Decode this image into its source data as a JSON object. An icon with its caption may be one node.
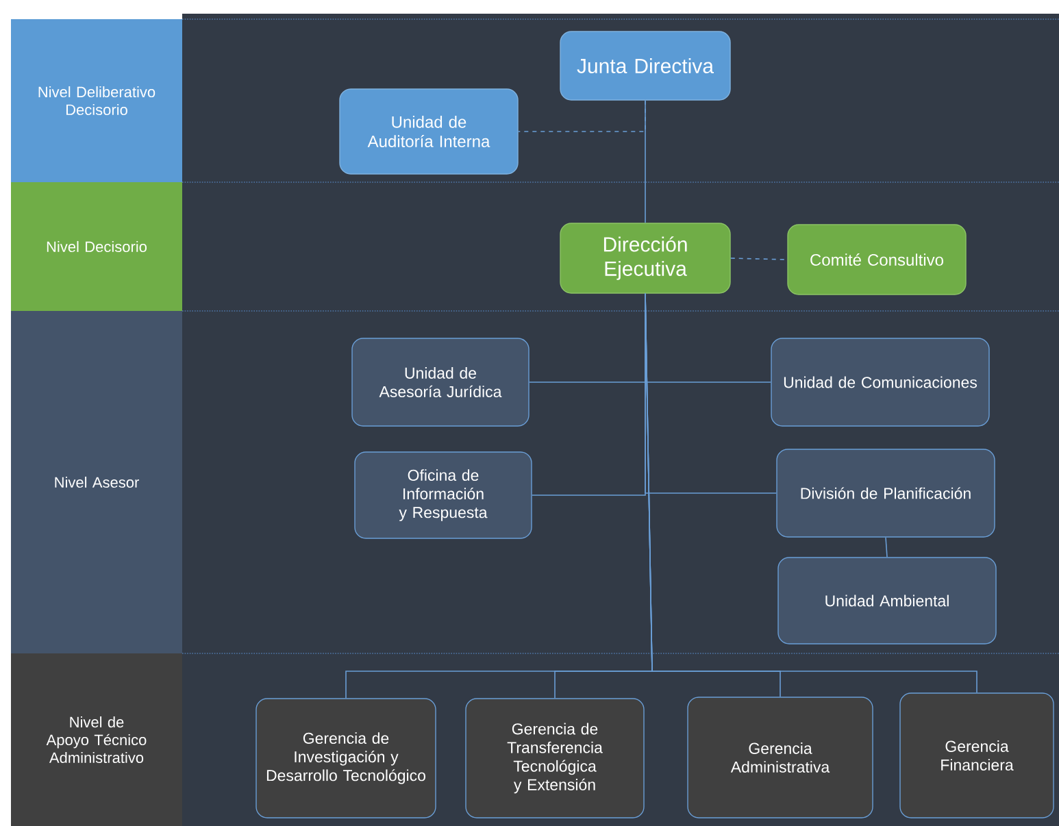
{
  "diagram": {
    "nodes": [
      {
        "text": [
          "Nivel Deliberativo Decisorio"
        ]
      },
      {
        "text": [
          "Nivel Decisorio"
        ]
      },
      {
        "text": [
          "Nivel Asesor"
        ]
      },
      {
        "text": [
          "Nivel de Apoyo Técnico Administrativo"
        ]
      },
      {
        "text": [
          "Junta Directiva"
        ]
      },
      {
        "text": [
          "Unidad de Auditoría Interna"
        ]
      },
      {
        "text": [
          "Dirección Ejecutiva"
        ]
      },
      {
        "text": [
          "Comité Consultivo"
        ]
      },
      {
        "text": [
          "Unidad de Asesoría Jurídica"
        ]
      },
      {
        "text": [
          "Unidad de Comunicaciones"
        ]
      },
      {
        "text": [
          "Oficina de Información y Respuesta"
        ]
      },
      {
        "text": [
          "División de Planificación"
        ]
      },
      {
        "text": [
          "Unidad Ambiental"
        ]
      },
      {
        "text": [
          "Gerencia de Investigación y Desarrollo Tecnológico"
        ]
      },
      {
        "text": [
          "Gerencia de Transferencia Tecnológica y Extensión"
        ]
      },
      {
        "text": [
          "Gerencia Administrativa"
        ]
      },
      {
        "text": [
          "Gerencia Financiera"
        ]
      }
    ],
    "edges": [
      {
        "from": 4,
        "to": 6,
        "arrow": "none"
      },
      {
        "from": 4,
        "to": 5,
        "arrow": "none",
        "style": "dashed"
      },
      {
        "from": 6,
        "to": 7,
        "arrow": "none",
        "style": "dashed"
      },
      {
        "from": 6,
        "to": 8,
        "arrow": "none"
      },
      {
        "from": 6,
        "to": 9,
        "arrow": "none"
      },
      {
        "from": 6,
        "to": 10,
        "arrow": "none"
      },
      {
        "from": 6,
        "to": 11,
        "arrow": "none"
      },
      {
        "from": 11,
        "to": 12,
        "arrow": "none"
      },
      {
        "from": 6,
        "to": 13,
        "arrow": "none"
      },
      {
        "from": 6,
        "to": 14,
        "arrow": "none"
      },
      {
        "from": 6,
        "to": 15,
        "arrow": "none"
      },
      {
        "from": 6,
        "to": 16,
        "arrow": "none"
      }
    ]
  }
}
